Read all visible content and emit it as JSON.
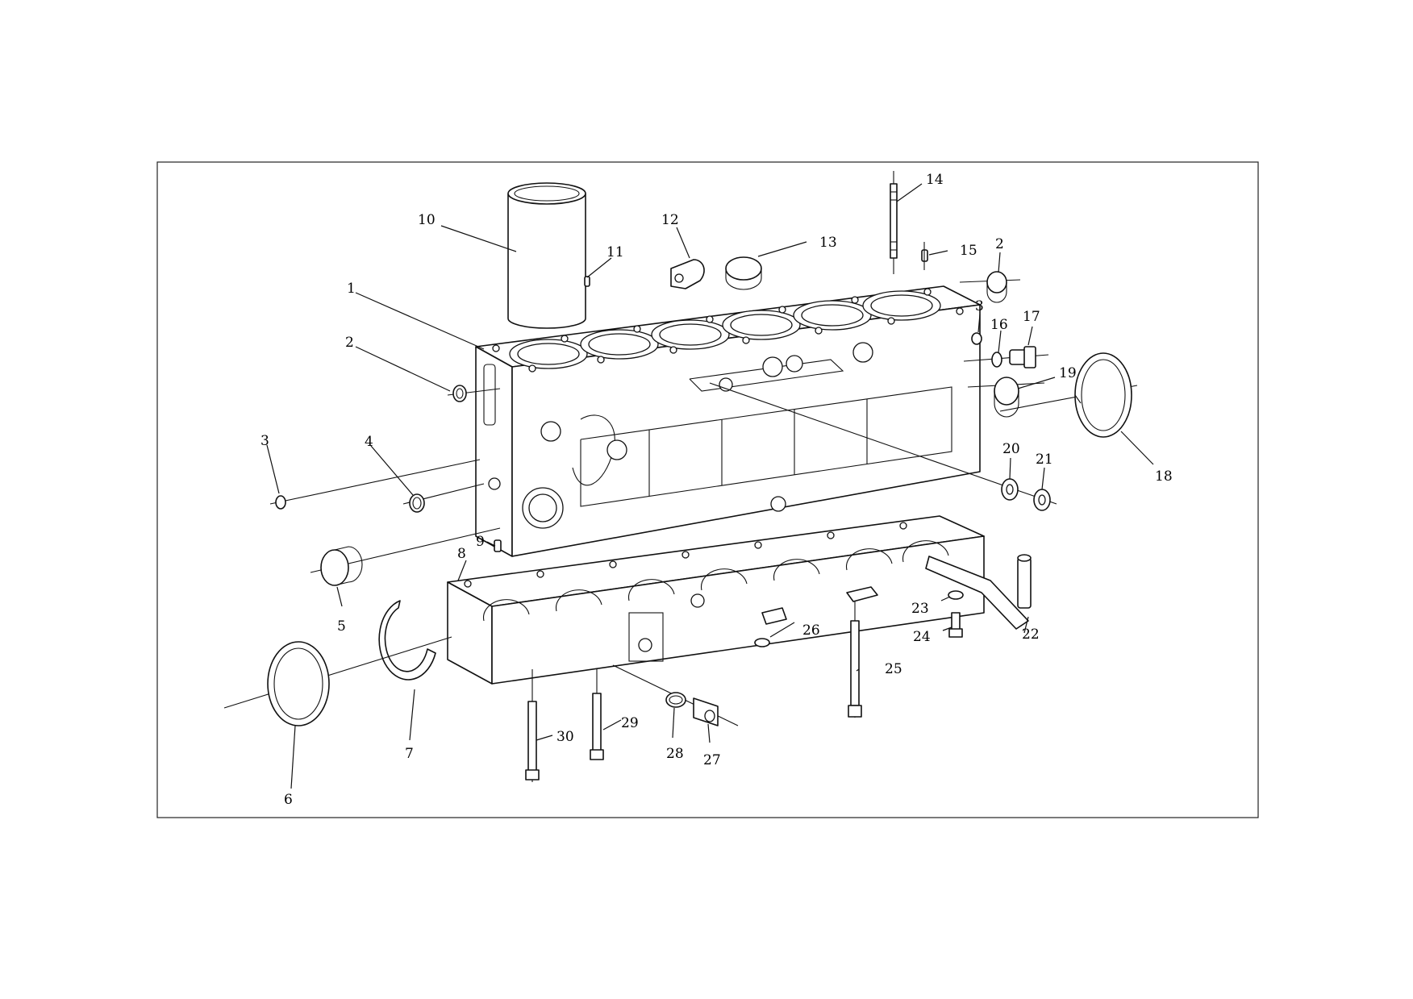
{
  "diagram": {
    "type": "exploded-parts-view",
    "callouts": [
      {
        "id": "c1",
        "label": "1"
      },
      {
        "id": "c2a",
        "label": "2"
      },
      {
        "id": "c2b",
        "label": "2"
      },
      {
        "id": "c3a",
        "label": "3"
      },
      {
        "id": "c3b",
        "label": "3"
      },
      {
        "id": "c4",
        "label": "4"
      },
      {
        "id": "c5",
        "label": "5"
      },
      {
        "id": "c6",
        "label": "6"
      },
      {
        "id": "c7",
        "label": "7"
      },
      {
        "id": "c8",
        "label": "8"
      },
      {
        "id": "c9",
        "label": "9"
      },
      {
        "id": "c10",
        "label": "10"
      },
      {
        "id": "c11",
        "label": "11"
      },
      {
        "id": "c12",
        "label": "12"
      },
      {
        "id": "c13",
        "label": "13"
      },
      {
        "id": "c14",
        "label": "14"
      },
      {
        "id": "c15",
        "label": "15"
      },
      {
        "id": "c16",
        "label": "16"
      },
      {
        "id": "c17",
        "label": "17"
      },
      {
        "id": "c18",
        "label": "18"
      },
      {
        "id": "c19",
        "label": "19"
      },
      {
        "id": "c20",
        "label": "20"
      },
      {
        "id": "c21",
        "label": "21"
      },
      {
        "id": "c22",
        "label": "22"
      },
      {
        "id": "c23",
        "label": "23"
      },
      {
        "id": "c24",
        "label": "24"
      },
      {
        "id": "c25",
        "label": "25"
      },
      {
        "id": "c26",
        "label": "26"
      },
      {
        "id": "c27",
        "label": "27"
      },
      {
        "id": "c28",
        "label": "28"
      },
      {
        "id": "c29",
        "label": "29"
      },
      {
        "id": "c30",
        "label": "30"
      }
    ]
  }
}
